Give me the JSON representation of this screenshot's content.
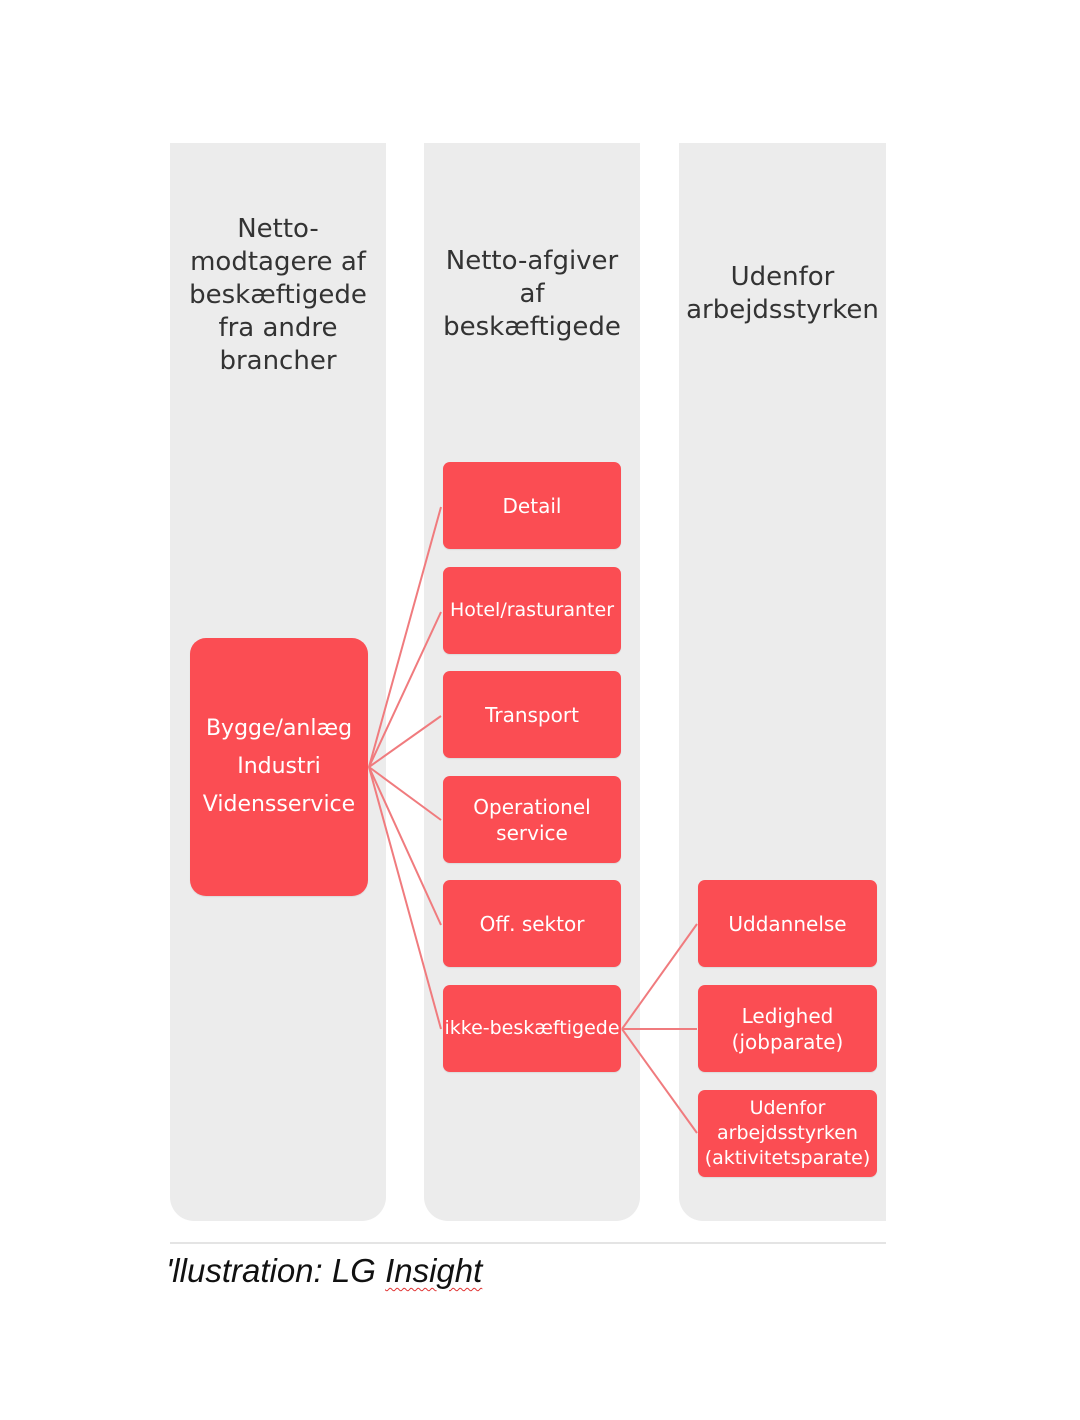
{
  "columns": [
    {
      "heading": "Netto-\nmodtagere af\nbeskæftigede\nfra andre\nbrancher"
    },
    {
      "heading": "Netto-afgiver\naf\nbeskæftigede"
    },
    {
      "heading": "Udenfor\narbejdsstyrken"
    }
  ],
  "source_node": {
    "lines": [
      "Bygge/anlæg",
      "Industri",
      "Vidensservice"
    ]
  },
  "middle_nodes": [
    {
      "label": "Detail"
    },
    {
      "label": "Hotel/rasturanter"
    },
    {
      "label": "Transport"
    },
    {
      "label": "Operationel\nservice"
    },
    {
      "label": "Off. sektor"
    },
    {
      "label": "ikke-beskæftigede"
    }
  ],
  "right_nodes": [
    {
      "label": "Uddannelse"
    },
    {
      "label": "Ledighed\n(jobparate)"
    },
    {
      "label": "Udenfor\narbejdsstyrken\n(aktivitetsparate)"
    }
  ],
  "caption": {
    "prefix": "'llustration: LG ",
    "underlined": "Insight"
  },
  "colors": {
    "node_fill": "#fb4d53",
    "connector": "#f07b7e",
    "column_fill": "#ececec"
  }
}
